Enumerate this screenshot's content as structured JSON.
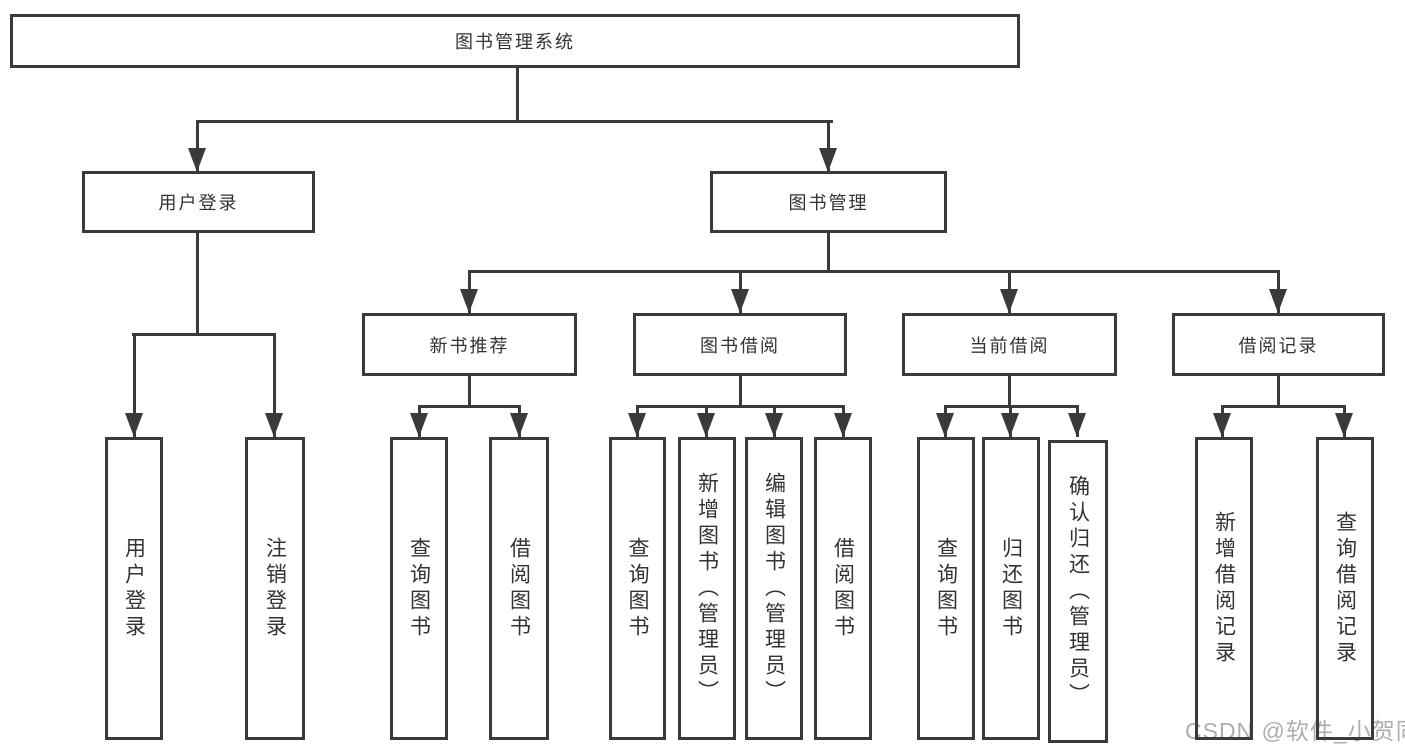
{
  "colors": {
    "line": "#3a3a3a",
    "text": "#333333",
    "background": "#ffffff",
    "watermark_gray": "#a6a6a6"
  },
  "watermark": {
    "text": "CSDN @软件_小贺同学"
  },
  "tree": {
    "label": "图书管理系统",
    "children": [
      {
        "label": "用户登录",
        "children": [
          {
            "label": "用户登录"
          },
          {
            "label": "注销登录"
          }
        ]
      },
      {
        "label": "图书管理",
        "children": [
          {
            "label": "新书推荐",
            "children": [
              {
                "label": "查询图书"
              },
              {
                "label": "借阅图书"
              }
            ]
          },
          {
            "label": "图书借阅",
            "children": [
              {
                "label": "查询图书"
              },
              {
                "label": "新增图书（管理员）"
              },
              {
                "label": "编辑图书（管理员）"
              },
              {
                "label": "借阅图书"
              }
            ]
          },
          {
            "label": "当前借阅",
            "children": [
              {
                "label": "查询图书"
              },
              {
                "label": "归还图书"
              },
              {
                "label": "确认归还（管理员）"
              }
            ]
          },
          {
            "label": "借阅记录",
            "children": [
              {
                "label": "新增借阅记录"
              },
              {
                "label": "查询借阅记录"
              }
            ]
          }
        ]
      }
    ]
  }
}
